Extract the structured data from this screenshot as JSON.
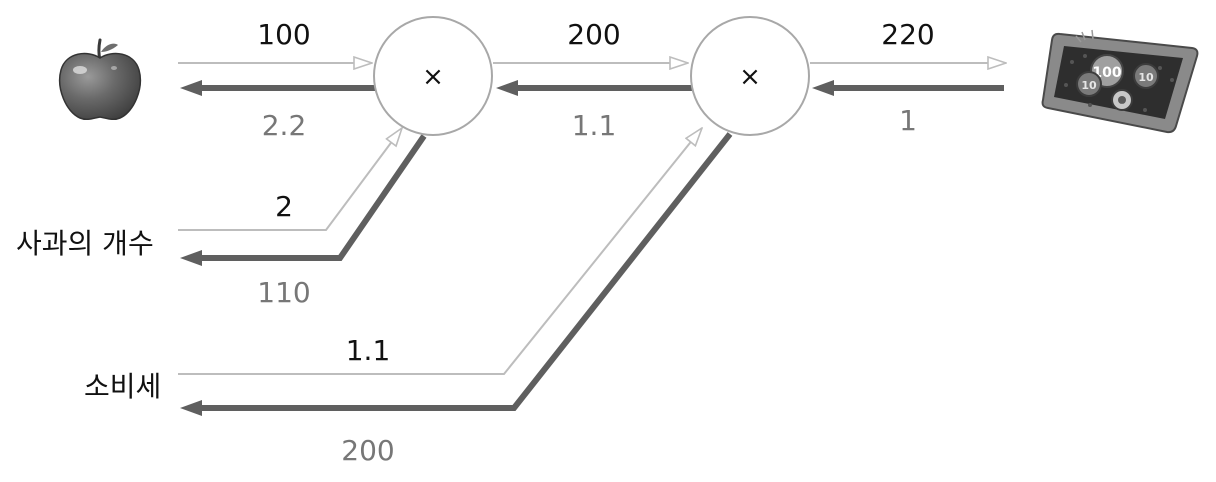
{
  "inputs": {
    "apple_count": "사과의 개수",
    "tax": "소비세"
  },
  "nodes": {
    "mul1_op": "×",
    "mul2_op": "×"
  },
  "forward": {
    "apple_price": "100",
    "apple_count": "2",
    "apple_total": "200",
    "tax": "1.1",
    "final": "220"
  },
  "backward": {
    "apple_price": "2.2",
    "apple_count": "110",
    "apple_total": "1.1",
    "tax": "200",
    "final": "1"
  },
  "icons": {
    "apple": "apple-icon",
    "money_tray": "money-tray-icon"
  },
  "coins": {
    "c100": "100",
    "c10a": "10",
    "c10b": "10",
    "c10c": "10"
  },
  "colors": {
    "forward_edge": "#bdbdbd",
    "backward_edge": "#5f5f5f",
    "backward_label": "#777777",
    "node_stroke": "#a8a8a8"
  }
}
